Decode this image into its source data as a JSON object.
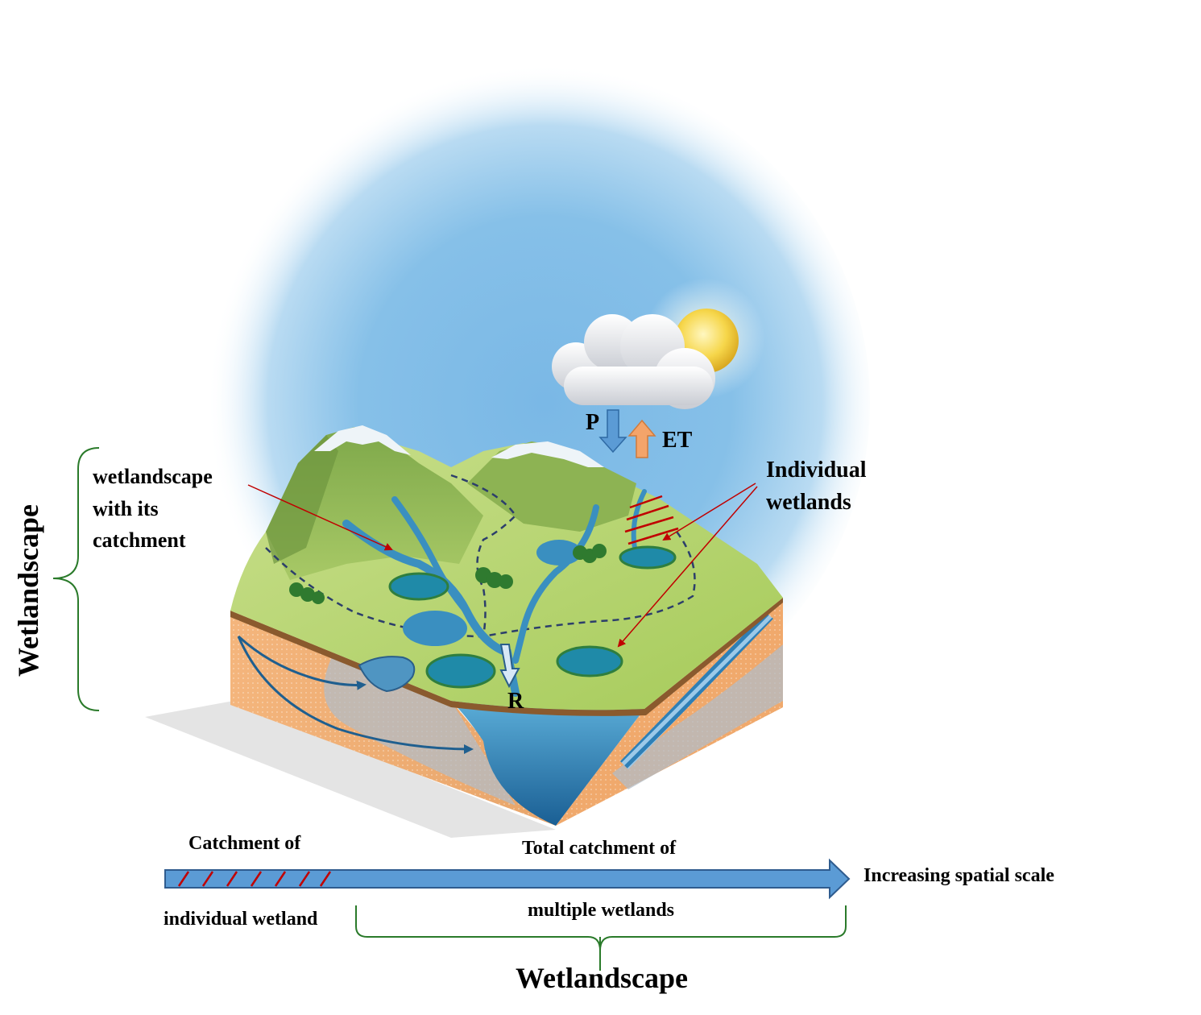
{
  "labels": {
    "precipitation": "P",
    "evapotranspiration": "ET",
    "runoff": "R",
    "wetlandscape_catchment": [
      "wetlandscape",
      "with its",
      "catchment"
    ],
    "individual_wetlands": [
      "Individual",
      "wetlands"
    ],
    "vertical_bracket": "Wetlandscape",
    "catchment_individual_top": "Catchment of",
    "catchment_individual_bottom": "individual wetland",
    "total_catchment_top": "Total catchment of",
    "total_catchment_bottom": "multiple wetlands",
    "scale_axis": "Increasing spatial scale",
    "bottom_bracket": "Wetlandscape"
  },
  "colors": {
    "sky": "#7fbce6",
    "land": "#a9cf64",
    "water": "#2f8fb8",
    "soil": "#f0b37a",
    "bracket": "#2a7a2a",
    "pointer": "#c00000",
    "hatch": "#c00000",
    "scale_arrow": "#5b9bd5",
    "et_arrow": "#f4a46a",
    "p_arrow": "#5b9bd5"
  }
}
